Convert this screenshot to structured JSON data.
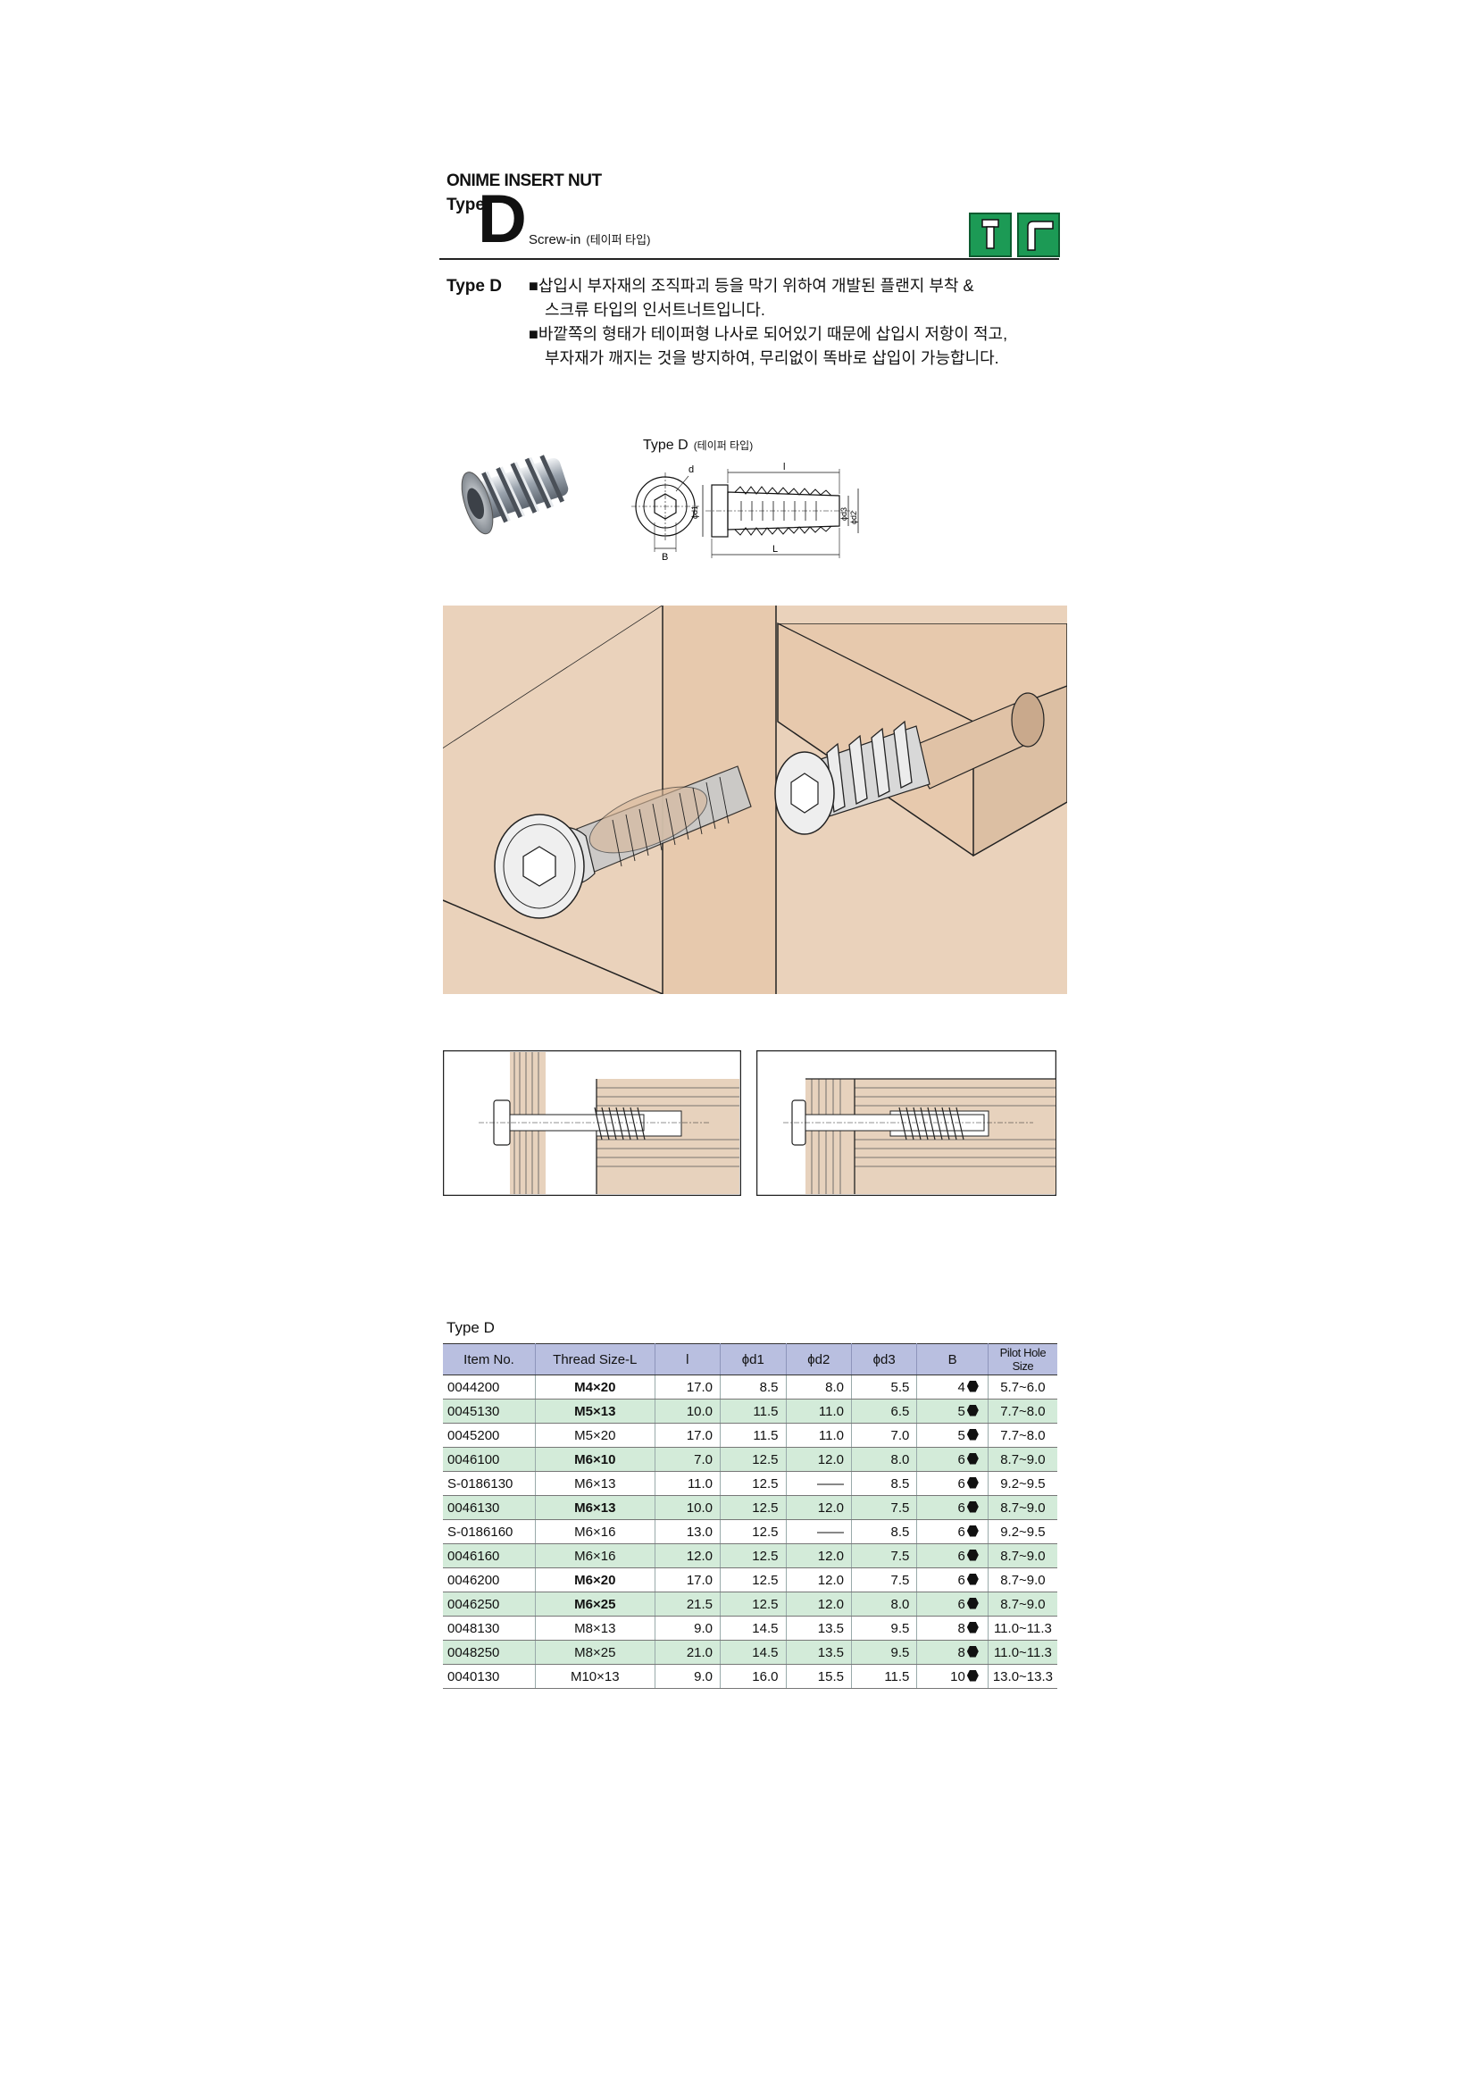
{
  "header": {
    "brand": "ONIME INSERT NUT",
    "type_word": "Type",
    "type_letter": "D",
    "subtitle": "Screw-in",
    "subtitle_ko": "(테이퍼 타입)"
  },
  "description": {
    "label": "Type D",
    "lines": [
      "■삽입시 부자재의 조직파괴 등을 막기 위하여 개발된 플랜지 부착 &",
      "스크류 타입의 인서트너트입니다.",
      "■바깥쪽의 형태가 테이퍼형 나사로 되어있기 때문에 삽입시 저항이 적고,",
      "부자재가 깨지는 것을 방지하여, 무리없이 똑바로 삽입이 가능합니다."
    ]
  },
  "diagram": {
    "title": "Type D",
    "title_ko": "(테이퍼 타입)",
    "labels": {
      "d": "d",
      "B": "B",
      "l": "l",
      "L": "L",
      "d1": "ϕd1",
      "d2": "ϕd2",
      "d3": "ϕd3"
    }
  },
  "table": {
    "title": "Type D",
    "headers": [
      "Item No.",
      "Thread Size-L",
      "l",
      "ϕd1",
      "ϕd2",
      "ϕd3",
      "B",
      "Pilot Hole Size"
    ],
    "rows": [
      [
        "0044200",
        "M4×20",
        "17.0",
        "8.5",
        "8.0",
        "5.5",
        "4",
        "5.7~6.0"
      ],
      [
        "0045130",
        "M5×13",
        "10.0",
        "11.5",
        "11.0",
        "6.5",
        "5",
        "7.7~8.0"
      ],
      [
        "0045200",
        "M5×20",
        "17.0",
        "11.5",
        "11.0",
        "7.0",
        "5",
        "7.7~8.0"
      ],
      [
        "0046100",
        "M6×10",
        "7.0",
        "12.5",
        "12.0",
        "8.0",
        "6",
        "8.7~9.0"
      ],
      [
        "S-0186130",
        "M6×13",
        "11.0",
        "12.5",
        "——",
        "8.5",
        "6",
        "9.2~9.5"
      ],
      [
        "0046130",
        "M6×13",
        "10.0",
        "12.5",
        "12.0",
        "7.5",
        "6",
        "8.7~9.0"
      ],
      [
        "S-0186160",
        "M6×16",
        "13.0",
        "12.5",
        "——",
        "8.5",
        "6",
        "9.2~9.5"
      ],
      [
        "0046160",
        "M6×16",
        "12.0",
        "12.5",
        "12.0",
        "7.5",
        "6",
        "8.7~9.0"
      ],
      [
        "0046200",
        "M6×20",
        "17.0",
        "12.5",
        "12.0",
        "7.5",
        "6",
        "8.7~9.0"
      ],
      [
        "0046250",
        "M6×25",
        "21.5",
        "12.5",
        "12.0",
        "8.0",
        "6",
        "8.7~9.0"
      ],
      [
        "0048130",
        "M8×13",
        "9.0",
        "14.5",
        "13.5",
        "9.5",
        "8",
        "11.0~11.3"
      ],
      [
        "0048250",
        "M8×25",
        "21.0",
        "14.5",
        "13.5",
        "9.5",
        "8",
        "11.0~11.3"
      ],
      [
        "0040130",
        "M10×13",
        "9.0",
        "16.0",
        "15.5",
        "11.5",
        "10",
        "13.0~13.3"
      ]
    ],
    "bold_thread_rows": [
      0,
      1,
      3,
      5,
      8,
      9
    ]
  },
  "colors": {
    "header_row": "#b9bfe0",
    "alt_row": "#d3ebd9",
    "icon_green": "#1c9a55",
    "wood_light": "#ead2bb",
    "wood_dark": "#dcbfa3"
  },
  "icons": [
    "screw-icon",
    "flange-icon",
    "hex-socket-icon"
  ]
}
